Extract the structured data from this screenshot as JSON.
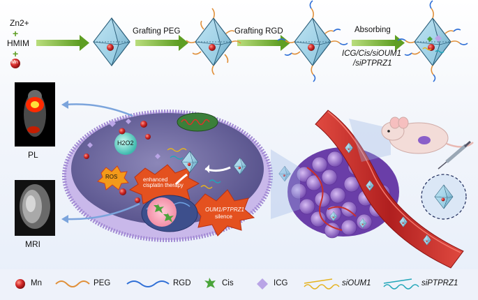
{
  "precursors": {
    "zn": "Zn2+",
    "hmim": "HMIM",
    "mn_badge": "Mn",
    "plus": "+"
  },
  "steps": {
    "step1": "Grafting PEG",
    "step2": "Grafting RGD",
    "step3": "Absorbing",
    "step3_sub_line1": "ICG/Cis/siOUM1",
    "step3_sub_line2": "/siPTPRZ1"
  },
  "cell": {
    "h2o2": "H2O2",
    "ros": "ROS",
    "therapy": "enhanced cisplatin therapy",
    "silence_line1": "OUM1/PTPRZ1",
    "silence_line2": "silence"
  },
  "imaging": {
    "pl": "PL",
    "mri": "MRI"
  },
  "legend": [
    {
      "label": "Mn",
      "icon": "mn-sphere-icon"
    },
    {
      "label": "PEG",
      "icon": "peg-chain-icon"
    },
    {
      "label": "RGD",
      "icon": "rgd-chain-icon"
    },
    {
      "label": "Cis",
      "icon": "cis-star-icon"
    },
    {
      "label": "ICG",
      "icon": "icg-diamond-icon"
    },
    {
      "label": "siOUM1",
      "icon": "sioum1-strand-icon"
    },
    {
      "label": "siPTPRZ1",
      "icon": "siptprz1-strand-icon"
    }
  ],
  "colors": {
    "arrow": "#6fae2e",
    "mn": "#d42a2a",
    "peg": "#e0903a",
    "rgd": "#2f6fd6",
    "cis": "#4aa43a",
    "icg": "#b9a4e6",
    "sioum1": "#e5b21e",
    "siptprz1": "#22a6b8",
    "cell": "#6f6a9e",
    "vessel": "#c8302c",
    "tumor": "#8a5fc9"
  }
}
